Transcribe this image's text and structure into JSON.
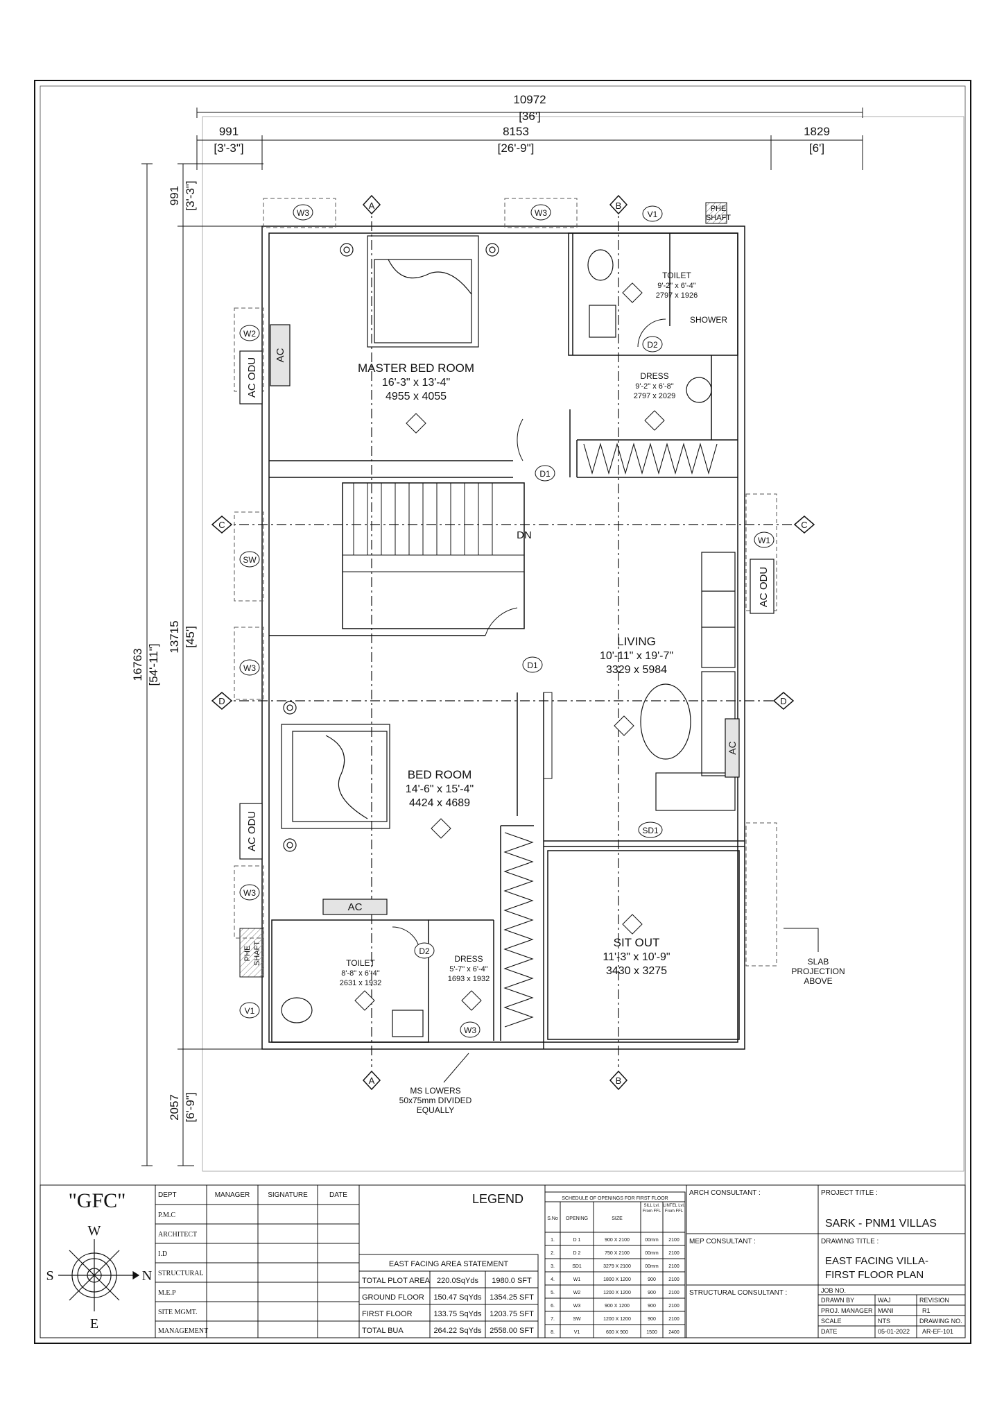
{
  "dimensions": {
    "overall_width": "10972",
    "overall_width_ft": "[36']",
    "left_offset": "991",
    "left_offset_ft": "[3'-3\"]",
    "middle_width": "8153",
    "middle_width_ft": "[26'-9\"]",
    "right_offset": "1829",
    "right_offset_ft": "[6']",
    "overall_height": "16763",
    "overall_height_ft": "[54'-11\"]",
    "top_offset": "991",
    "top_offset_ft": "[3'-3\"]",
    "main_height": "13715",
    "main_height_ft": "[45']",
    "bottom_offset": "2057",
    "bottom_offset_ft": "[6'-9\"]"
  },
  "grid_labels": [
    "A",
    "B",
    "C",
    "D"
  ],
  "rooms": {
    "master_bed": {
      "name": "MASTER BED ROOM",
      "size_ft": "16'-3\" x 13'-4\"",
      "size_mm": "4955 x 4055"
    },
    "toilet_top": {
      "name": "TOILET",
      "size_ft": "9'-2\" x 6'-4\"",
      "size_mm": "2797 x 1926"
    },
    "shower": {
      "name": "SHOWER"
    },
    "dress_top": {
      "name": "DRESS",
      "size_ft": "9'-2\" x 6'-8\"",
      "size_mm": "2797 x 2029"
    },
    "living": {
      "name": "LIVING",
      "size_ft": "10'-11\" x 19'-7\"",
      "size_mm": "3329 x 5984"
    },
    "bed": {
      "name": "BED ROOM",
      "size_ft": "14'-6\" x 15'-4\"",
      "size_mm": "4424 x 4689"
    },
    "toilet_bottom": {
      "name": "TOILET",
      "size_ft": "8'-8\" x 6'-4\"",
      "size_mm": "2631 x 1932"
    },
    "dress_bottom": {
      "name": "DRESS",
      "size_ft": "5'-7\" x 6'-4\"",
      "size_mm": "1693 x 1932"
    },
    "sit_out": {
      "name": "SIT OUT",
      "size_ft": "11'-3\" x 10'-9\"",
      "size_mm": "3430 x 3275"
    }
  },
  "tags": {
    "w1": "W1",
    "w2": "W2",
    "w3": "W3",
    "v1": "V1",
    "sw": "SW",
    "d1": "D1",
    "d2": "D2",
    "sd1": "SD1",
    "ac": "AC",
    "ac_odu": "AC ODU",
    "phe": "PHE",
    "shaft": "SHAFT",
    "dn": "DN"
  },
  "notes": {
    "ms_lowers": [
      "MS LOWERS",
      "50x75mm DIVIDED",
      "EQUALLY"
    ],
    "slab": [
      "SLAB",
      "PROJECTION",
      "ABOVE"
    ]
  },
  "title_block": {
    "gfc": "\"GFC\"",
    "compass": {
      "n": "N",
      "s": "S",
      "e": "E",
      "w": "W"
    },
    "approval_headers": [
      "DEPT",
      "MANAGER",
      "SIGNATURE",
      "DATE"
    ],
    "departments": [
      "P.M.C",
      "ARCHITECT",
      "I.D",
      "STRUCTURAL",
      "M.E.P",
      "SITE MGMT.",
      "MANAGEMENT"
    ],
    "legend": "LEGEND",
    "area_title": "EAST FACING AREA STATEMENT",
    "area_rows": [
      [
        "TOTAL PLOT AREA",
        "220.0SqYds",
        "1980.0 SFT"
      ],
      [
        "GROUND FLOOR",
        "150.47 SqYds",
        "1354.25 SFT"
      ],
      [
        "FIRST FLOOR",
        "133.75 SqYds",
        "1203.75 SFT"
      ],
      [
        "TOTAL BUA",
        "264.22 SqYds",
        "2558.00 SFT"
      ]
    ],
    "schedule_title": "SCHEDULE OF OPENINGS FOR FIRST FLOOR",
    "schedule_headers": [
      "S.No",
      "OPENING",
      "SIZE",
      "SILL Lvl. From FFL",
      "LINTEL Lvl. From FFL"
    ],
    "schedule_rows": [
      [
        "1.",
        "D 1",
        "900 X 2100",
        "00mm",
        "2100"
      ],
      [
        "2.",
        "D 2",
        "750 X 2100",
        "00mm",
        "2100"
      ],
      [
        "3.",
        "SD1",
        "3279 X 2100",
        "00mm",
        "2100"
      ],
      [
        "4.",
        "W1",
        "1800 X 1200",
        "900",
        "2100"
      ],
      [
        "5.",
        "W2",
        "1200 X 1200",
        "900",
        "2100"
      ],
      [
        "6.",
        "W3",
        "900 X 1200",
        "900",
        "2100"
      ],
      [
        "7.",
        "SW",
        "1200 X 1200",
        "900",
        "2100"
      ],
      [
        "8.",
        "V1",
        "600 X 900",
        "1500",
        "2400"
      ]
    ],
    "arch_consultant": "ARCH CONSULTANT :",
    "mep_consultant": "MEP CONSULTANT :",
    "structural_consultant": "STRUCTURAL CONSULTANT :",
    "project_title_label": "PROJECT TITLE :",
    "project_title": "SARK - PNM1 VILLAS",
    "drawing_title_label": "DRAWING TITLE :",
    "drawing_title": [
      "EAST FACING VILLA-",
      "FIRST FLOOR PLAN"
    ],
    "job_no": "JOB NO.",
    "drawn_by_label": "DRAWN BY",
    "drawn_by": "WAJ",
    "pm_label": "PROJ. MANAGER",
    "pm": "MANI",
    "scale_label": "SCALE",
    "scale": "NTS",
    "date_label": "DATE",
    "date": "05-01-2022",
    "revision_label": "REVISION",
    "revision": "R1",
    "drawing_no_label": "DRAWING NO.",
    "drawing_no": "AR-EF-101"
  }
}
